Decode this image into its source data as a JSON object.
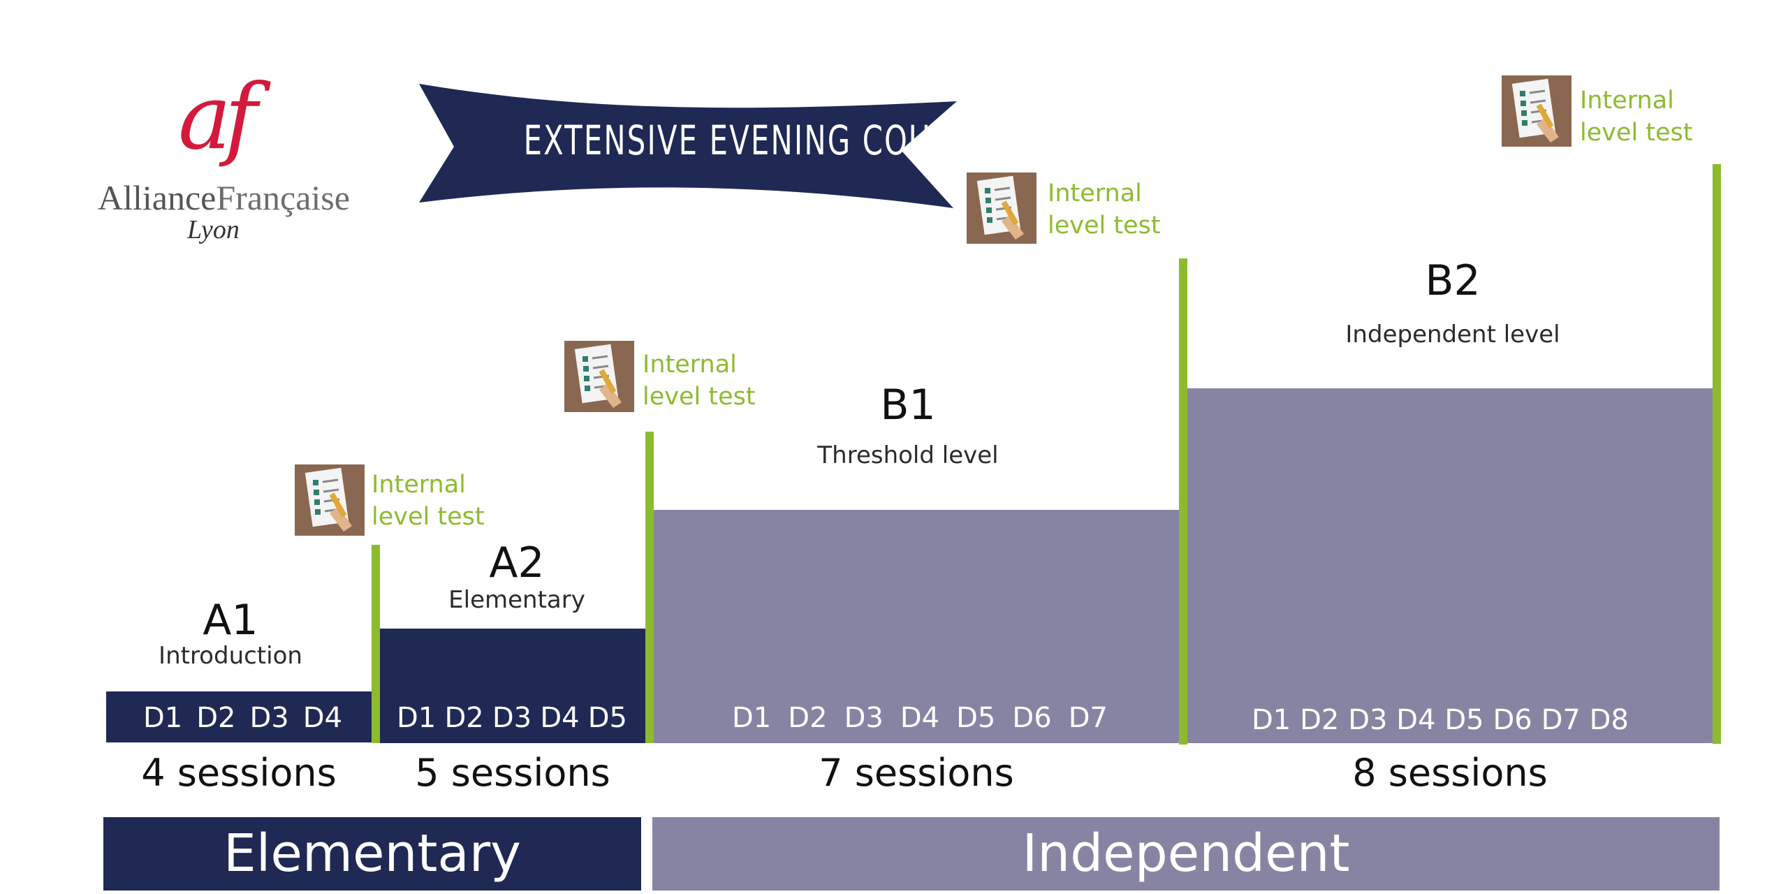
{
  "logo": {
    "mark": "af",
    "name_part1": "Alliance",
    "name_part2": "Française",
    "city": "Lyon"
  },
  "banner": {
    "title": "EXTENSIVE EVENING COURSE"
  },
  "test_label_line1": "Internal",
  "test_label_line2": "level test",
  "levels": [
    {
      "code": "A1",
      "name": "Introduction",
      "days": [
        "D1",
        "D2",
        "D3",
        "D4"
      ],
      "sessions": "4 sessions"
    },
    {
      "code": "A2",
      "name": "Elementary",
      "days": [
        "D1",
        "D2",
        "D3",
        "D4",
        "D5"
      ],
      "sessions": "5 sessions"
    },
    {
      "code": "B1",
      "name": "Threshold level",
      "days": [
        "D1",
        "D2",
        "D3",
        "D4",
        "D5",
        "D6",
        "D7"
      ],
      "sessions": "7 sessions"
    },
    {
      "code": "B2",
      "name": "Independent level",
      "days": [
        "D1",
        "D2",
        "D3",
        "D4",
        "D5",
        "D6",
        "D7",
        "D8"
      ],
      "sessions": "8 sessions"
    }
  ],
  "categories": [
    {
      "label": "Elementary"
    },
    {
      "label": "Independent"
    }
  ],
  "colors": {
    "navy": "#1f2954",
    "lilac": "#8784a3",
    "green": "#8dbb2f",
    "logo_red": "#d41a3c"
  }
}
